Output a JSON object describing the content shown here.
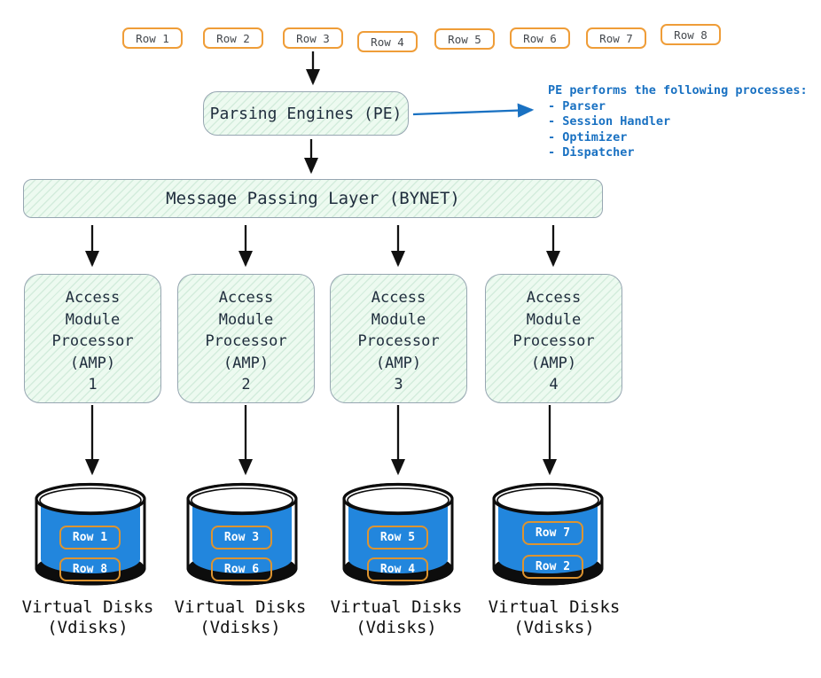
{
  "diagram": {
    "top_rows": [
      "Row 1",
      "Row 2",
      "Row 3",
      "Row 4",
      "Row 5",
      "Row 6",
      "Row 7",
      "Row 8"
    ],
    "parsing_engine": {
      "label": "Parsing Engines (PE)"
    },
    "pe_note": {
      "heading": "PE performs the following processes:",
      "items": [
        "- Parser",
        "- Session Handler",
        "- Optimizer",
        "- Dispatcher"
      ]
    },
    "bynet": {
      "label": "Message Passing Layer (BYNET)"
    },
    "amps": [
      {
        "text": "Access\nModule\nProcessor\n(AMP)",
        "number": "1"
      },
      {
        "text": "Access\nModule\nProcessor\n(AMP)",
        "number": "2"
      },
      {
        "text": "Access\nModule\nProcessor\n(AMP)",
        "number": "3"
      },
      {
        "text": "Access\nModule\nProcessor\n(AMP)",
        "number": "4"
      }
    ],
    "disks": [
      {
        "rows": [
          "Row 1",
          "Row 8"
        ],
        "caption": "Virtual Disks\n(Vdisks)"
      },
      {
        "rows": [
          "Row 3",
          "Row 6"
        ],
        "caption": "Virtual Disks\n(Vdisks)"
      },
      {
        "rows": [
          "Row 5",
          "Row 4"
        ],
        "caption": "Virtual Disks\n(Vdisks)"
      },
      {
        "rows": [
          "Row 7",
          "Row 2"
        ],
        "caption": "Virtual Disks\n(Vdisks)"
      }
    ],
    "colors": {
      "accent_orange": "#ef9d38",
      "box_green_background": "#edfaf0",
      "box_border_gray": "#97a6b2",
      "dark_text": "#1f2d3d",
      "note_blue": "#1971c2",
      "disk_blue": "#2286dd",
      "arrow_black": "#111111"
    }
  }
}
